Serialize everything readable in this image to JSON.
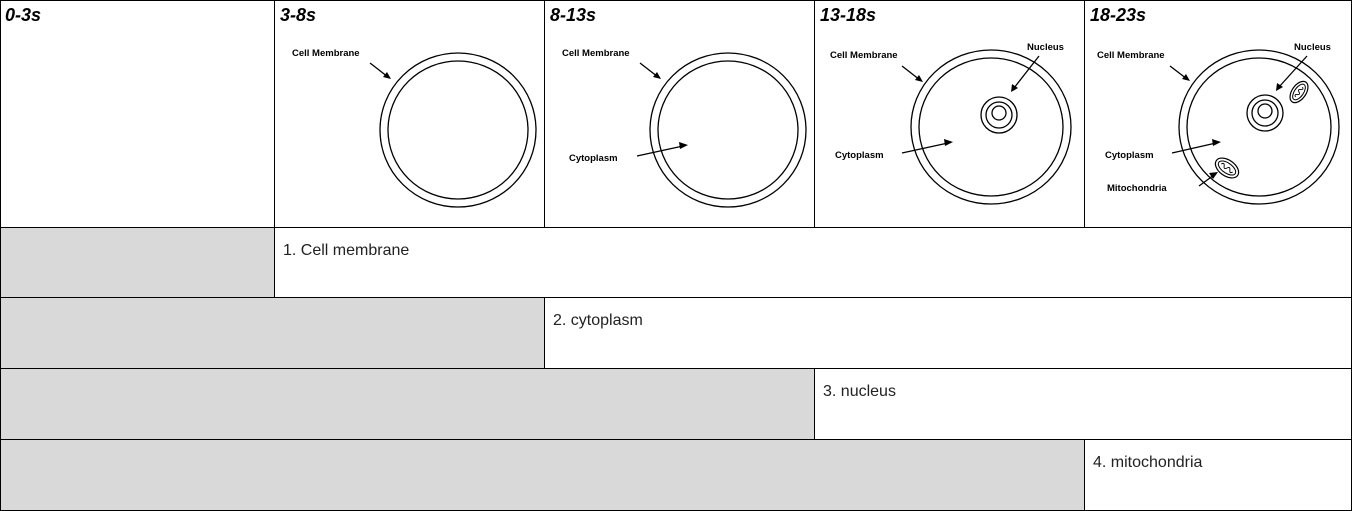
{
  "headers": [
    "0-3s",
    "3-8s",
    "8-13s",
    "13-18s",
    "18-23s"
  ],
  "rows": [
    {
      "label": "1. Cell membrane"
    },
    {
      "label": "2. cytoplasm"
    },
    {
      "label": "3. nucleus"
    },
    {
      "label": "4. mitochondria"
    }
  ],
  "diagram_labels": {
    "cell_membrane": "Cell Membrane",
    "cytoplasm": "Cytoplasm",
    "nucleus": "Nucleus",
    "mitochondria": "Mitochondria"
  },
  "colors": {
    "gray_fill": "#d9d9d9",
    "grid_line": "#000000"
  }
}
